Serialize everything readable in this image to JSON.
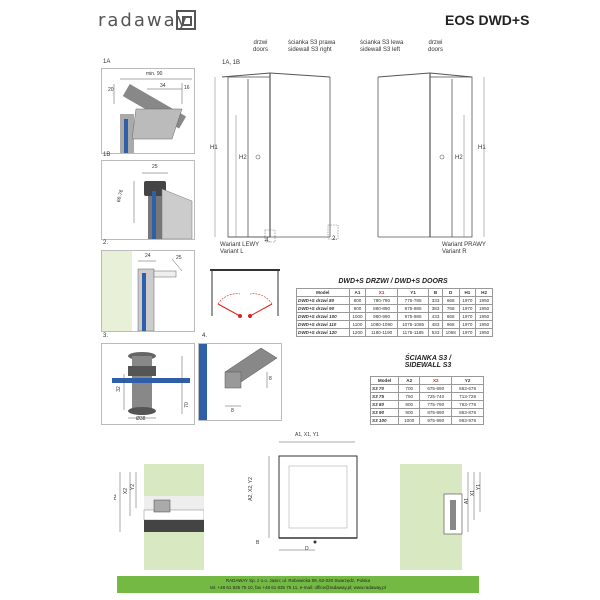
{
  "header": {
    "logo_text": "radaway",
    "model": "EOS DWD+S"
  },
  "top_left_drawing": {
    "label_door_pl": "drzwi",
    "label_door_en": "doors",
    "label_wall_pl": "ścianka S3 prawa",
    "label_wall_en": "sidewall S3 right",
    "detail_ref": "1A, 1B",
    "dim_h1": "H1",
    "dim_h2": "H2",
    "ref_4": "4.",
    "ref_2": "2.",
    "variant_pl": "Wariant LEWY",
    "variant_en": "Variant L"
  },
  "top_right_drawing": {
    "label_wall_pl": "ścianka S3 lewa",
    "label_wall_en": "sidewall S3 left",
    "label_door_pl": "drzwi",
    "label_door_en": "doors",
    "dim_h2": "H2",
    "dim_h1": "H1",
    "variant_pl": "Wariant PRAWY",
    "variant_en": "Variant R"
  },
  "details": {
    "d1a": {
      "ref": "1A",
      "dim_min": "min. 90",
      "dim_20": "20",
      "dim_34": "34",
      "dim_16": "16"
    },
    "d1b": {
      "ref": "1B",
      "dim_25": "25",
      "dim_range": "66-76"
    },
    "d2": {
      "ref": "2.",
      "dim_24": "24",
      "dim_25": "25"
    },
    "d3": {
      "ref": "3.",
      "dim_32": "32",
      "dim_70": "70",
      "dim_38": "Ø38"
    },
    "d4": {
      "ref": "4.",
      "dim_8a": "8",
      "dim_8b": "8"
    }
  },
  "doors_table": {
    "title": "DWD+S DRZWI / DWD+S DOORS",
    "headers": [
      "Model",
      "A1",
      "X1",
      "Y1",
      "B",
      "D",
      "H1",
      "H2"
    ],
    "rows": [
      [
        "DWD+S drzwi 80",
        "800",
        "780-790",
        "775-785",
        "333",
        "668",
        "1970",
        "1950"
      ],
      [
        "DWD+S drzwi 90",
        "900",
        "880-890",
        "875-885",
        "383",
        "768",
        "1970",
        "1950"
      ],
      [
        "DWD+S drzwi 100",
        "1000",
        "980-990",
        "975-985",
        "433",
        "868",
        "1970",
        "1950"
      ],
      [
        "DWD+S drzwi 110",
        "1100",
        "1080-1090",
        "1075-1085",
        "483",
        "968",
        "1970",
        "1950"
      ],
      [
        "DWD+S drzwi 120",
        "1200",
        "1180-1190",
        "1175-1185",
        "533",
        "1068",
        "1970",
        "1950"
      ]
    ]
  },
  "walls_table": {
    "title_pl": "ŚCIANKA S3 /",
    "title_en": "SIDEWALL S3",
    "headers": [
      "Model",
      "A2",
      "X2",
      "Y2"
    ],
    "rows": [
      [
        "S3 70",
        "700",
        "675-690",
        "663-678"
      ],
      [
        "S3 75",
        "750",
        "725-740",
        "713-728"
      ],
      [
        "S3 80",
        "800",
        "775-790",
        "763-778"
      ],
      [
        "S3 90",
        "900",
        "875-890",
        "863-878"
      ],
      [
        "S3 100",
        "1000",
        "975-990",
        "963-978"
      ]
    ]
  },
  "plan_drawing": {
    "top_dims": "A1, X1, Y1",
    "side_dims": "A2, X2, Y2",
    "dim_b": "B",
    "dim_d": "D"
  },
  "bottom_details": {
    "left": {
      "a2": "A2",
      "x2": "X2",
      "y2": "Y2"
    },
    "right": {
      "a1": "A1",
      "x1": "X1",
      "y1": "Y1"
    }
  },
  "footer": {
    "line1": "RADAWAY Sp. z o.o. Jasin; ul. Robowicka 59, 62-020 Swarzędz, Polska",
    "line2": "tel. +48 61 835 75 10, fax +48 61 835 75 11, e-mail: office@radaway.pl; www.radaway.pl"
  },
  "colors": {
    "accent_green": "#74b943",
    "cross_red": "#d9231d",
    "glass_blue": "#2f5fa8",
    "dark": "#333333"
  }
}
